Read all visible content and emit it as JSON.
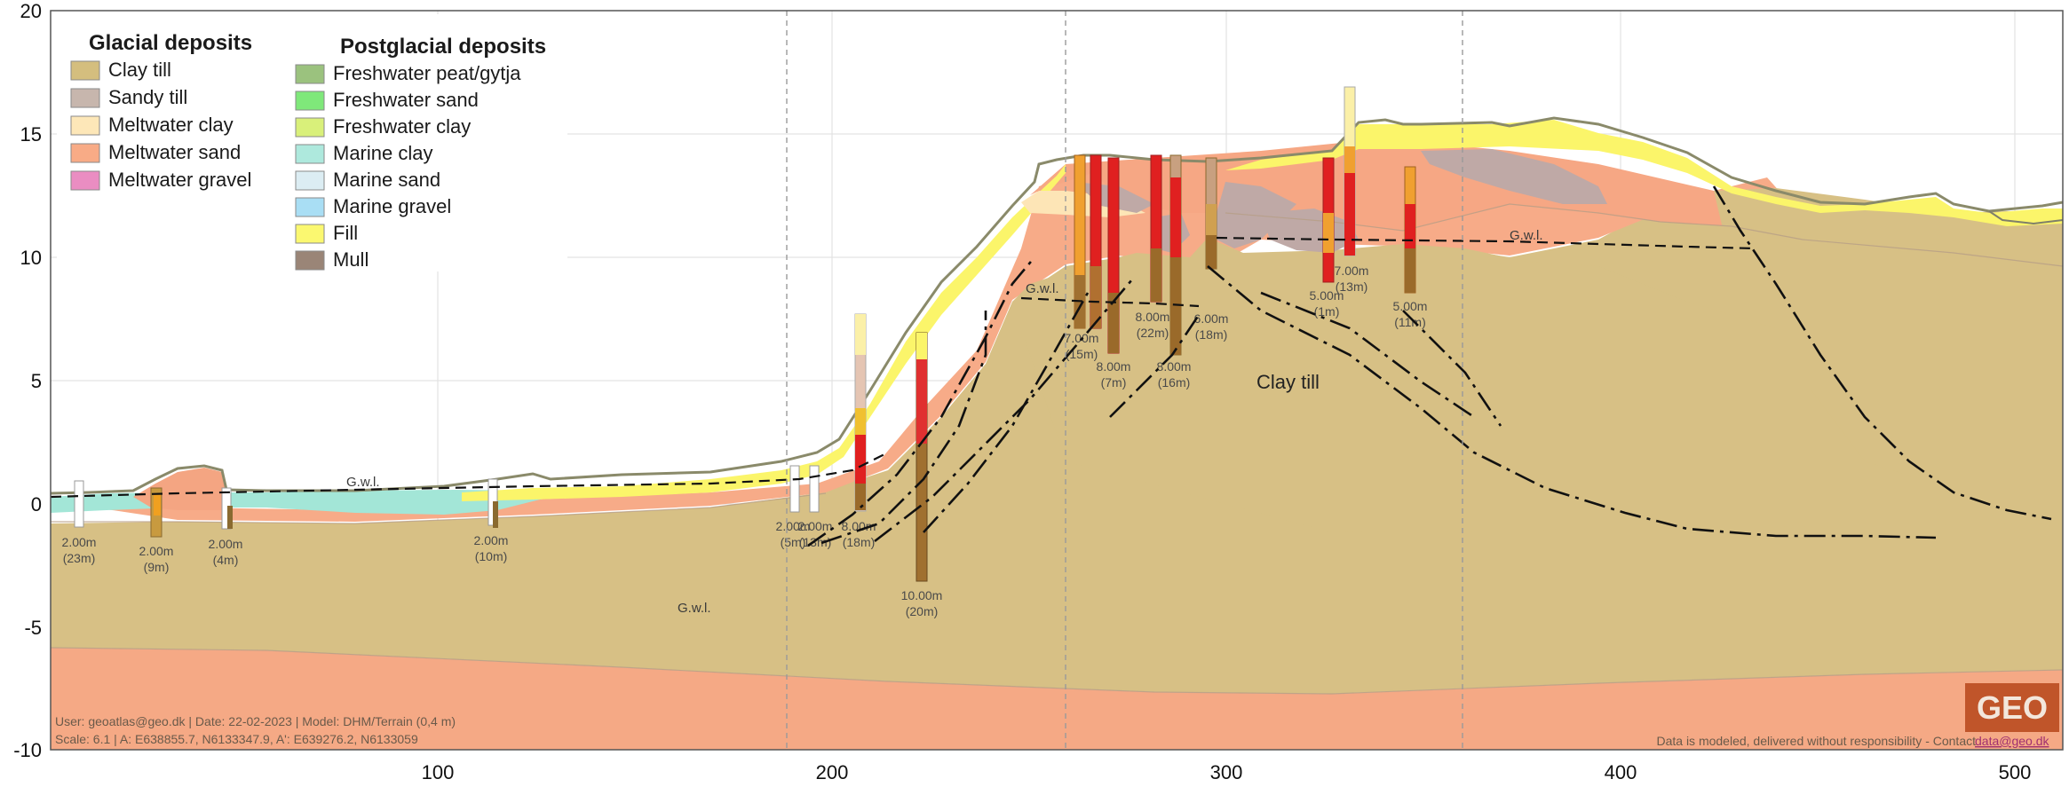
{
  "legend": {
    "glacial": {
      "title": "Glacial deposits",
      "items": [
        {
          "label": "Clay till",
          "color": "#d4be7e"
        },
        {
          "label": "Sandy till",
          "color": "#c7b6ad"
        },
        {
          "label": "Meltwater clay",
          "color": "#fde7b8"
        },
        {
          "label": "Meltwater sand",
          "color": "#f8ab86"
        },
        {
          "label": "Meltwater gravel",
          "color": "#ea8dc2"
        }
      ]
    },
    "postglacial": {
      "title": "Postglacial deposits",
      "items": [
        {
          "label": "Freshwater peat/gytja",
          "color": "#9bc27e"
        },
        {
          "label": "Freshwater sand",
          "color": "#7fe87a"
        },
        {
          "label": "Freshwater clay",
          "color": "#d9f07a"
        },
        {
          "label": "Marine clay",
          "color": "#aee9dd"
        },
        {
          "label": "Marine sand",
          "color": "#dcedf3"
        },
        {
          "label": "Marine gravel",
          "color": "#a9def4"
        },
        {
          "label": "Fill",
          "color": "#fbf870"
        },
        {
          "label": "Mull",
          "color": "#9a8577"
        }
      ]
    }
  },
  "axes": {
    "x_ticks": [
      "100",
      "200",
      "300",
      "400",
      "500"
    ],
    "y_ticks": [
      "20",
      "15",
      "10",
      "5",
      "0",
      "-5",
      "-10"
    ]
  },
  "labels": {
    "gwl": "G.w.l.",
    "clay_till": "Clay till"
  },
  "boreholes": [
    {
      "depth": "2.00m",
      "dist": "(23m)"
    },
    {
      "depth": "2.00m",
      "dist": "(9m)"
    },
    {
      "depth": "2.00m",
      "dist": "(4m)"
    },
    {
      "depth": "2.00m",
      "dist": "(10m)"
    },
    {
      "depth": "2.00m",
      "dist": "(5m)"
    },
    {
      "depth": "2.00m",
      "dist": "(13m)"
    },
    {
      "depth": "8.00m",
      "dist": "(18m)"
    },
    {
      "depth": "10.00m",
      "dist": "(20m)"
    },
    {
      "depth": "7.00m",
      "dist": "(15m)"
    },
    {
      "depth": "8.00m",
      "dist": "(7m)"
    },
    {
      "depth": "8.00m",
      "dist": "(22m)"
    },
    {
      "depth": "8.00m",
      "dist": "(16m)"
    },
    {
      "depth": "6.00m",
      "dist": "(18m)"
    },
    {
      "depth": "5.00m",
      "dist": "(1m)"
    },
    {
      "depth": "7.00m",
      "dist": "(13m)"
    },
    {
      "depth": "5.00m",
      "dist": "(11m)"
    }
  ],
  "footer": {
    "line1": "User: geoatlas@geo.dk | Date: 22-02-2023 | Model: DHM/Terrain (0,4 m)",
    "line2": "Scale: 6.1 | A: E638855.7, N6133347.9, A': E639276.2, N6133059",
    "disclaimer": "Data is modeled, delivered without responsibility - Contact ",
    "contact": "data@geo.dk"
  },
  "logo": "GEO"
}
